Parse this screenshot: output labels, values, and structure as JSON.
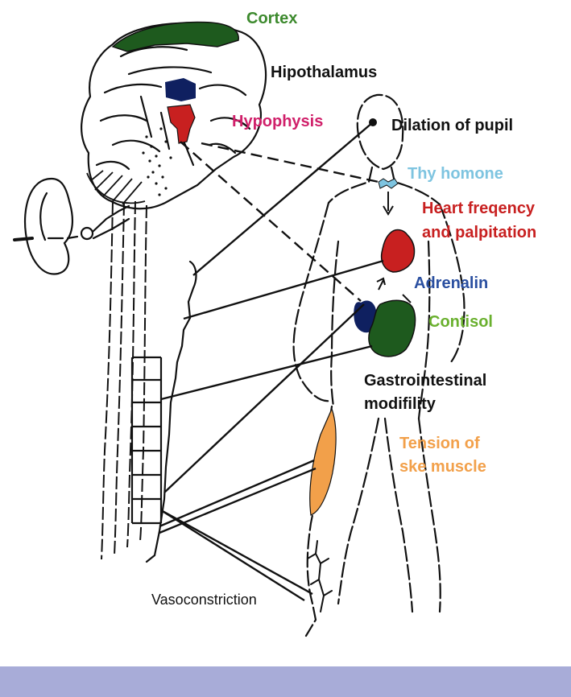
{
  "labels": {
    "cortex": "Cortex",
    "hipothalamus": "Hipothalamus",
    "hypophysis": "Hypophysis",
    "dilation_of_pupil": "Dilation of pupil",
    "thy_homone": "Thy homone",
    "heart_line1": "Heart freqency",
    "heart_line2": "and palpitation",
    "adrenalin": "Adrenalin",
    "contisol": "Contisol",
    "gastro_line1": "Gastrointestinal",
    "gastro_line2": "modifility",
    "tension_line1": "Tension of",
    "tension_line2": "ske muscle",
    "vasoconstriction": "Vasoconstriction"
  },
  "colors": {
    "cortex": "#3d8a2e",
    "hypophysis": "#d0206a",
    "thy": "#7ec4e0",
    "heart": "#c82020",
    "adrenalin": "#2a4fa0",
    "contisol": "#6ab02e",
    "tension": "#f2a04a",
    "dark_green": "#1e5a1e",
    "navy": "#0f2060",
    "footer": "#a8acd8",
    "outline": "#111111"
  }
}
